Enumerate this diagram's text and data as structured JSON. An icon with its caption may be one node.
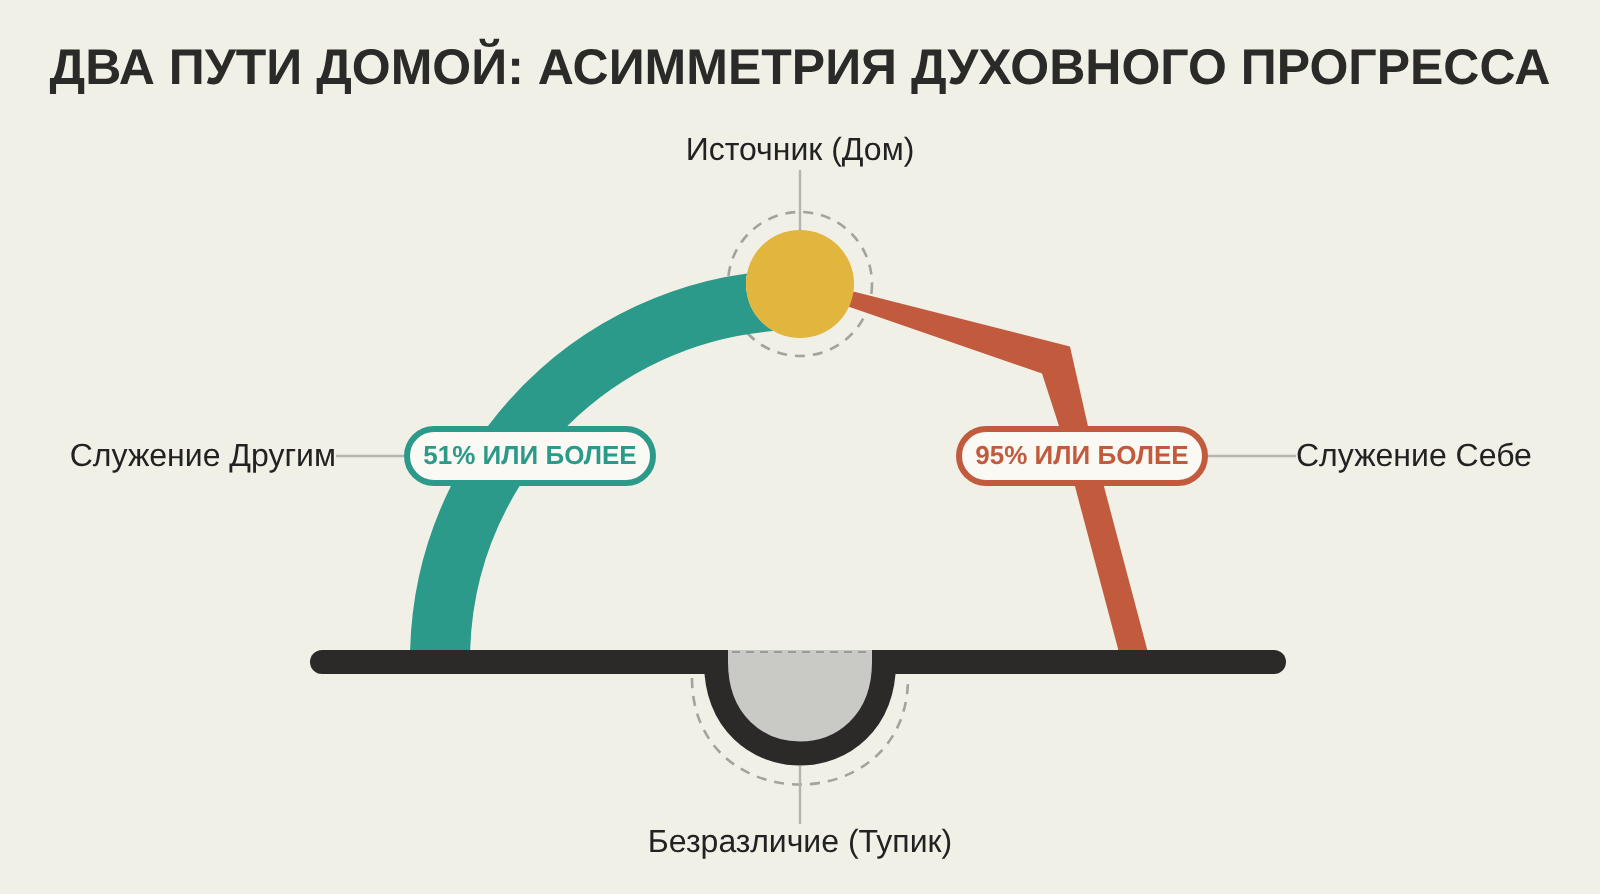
{
  "diagram": {
    "title": "ДВА ПУТИ ДОМОЙ: АСИММЕТРИЯ ДУХОВНОГО ПРОГРЕССА",
    "nodes": [
      {
        "text": [
          "Источник (Дом)"
        ]
      },
      {
        "text": [],
        "shape": "circle"
      },
      {
        "text": [
          "Служение Другим"
        ]
      },
      {
        "text": [
          "51% ИЛИ БОЛЕЕ"
        ]
      },
      {
        "text": [
          "95% ИЛИ БОЛЕЕ"
        ]
      },
      {
        "text": [
          "Служение Себе"
        ]
      },
      {
        "text": [],
        "shape": "bar"
      },
      {
        "text": [],
        "shape": "bowl"
      },
      {
        "text": [
          "Безразличие (Тупик)"
        ]
      }
    ],
    "edges": [
      {
        "from": 0,
        "to": 1,
        "arrow": "none"
      },
      {
        "from": 6,
        "to": 3,
        "arrow": "none",
        "style": "thick",
        "color": "#2b9a8b"
      },
      {
        "from": 3,
        "to": 1,
        "arrow": "none",
        "style": "thick",
        "color": "#2b9a8b"
      },
      {
        "from": 2,
        "to": 3,
        "arrow": "none"
      },
      {
        "from": 6,
        "to": 4,
        "arrow": "none",
        "style": "thick",
        "color": "#c25b3d"
      },
      {
        "from": 4,
        "to": 1,
        "arrow": "none",
        "style": "thick",
        "color": "#c25b3d"
      },
      {
        "from": 5,
        "to": 4,
        "arrow": "none"
      },
      {
        "from": 8,
        "to": 7,
        "arrow": "none"
      }
    ]
  }
}
